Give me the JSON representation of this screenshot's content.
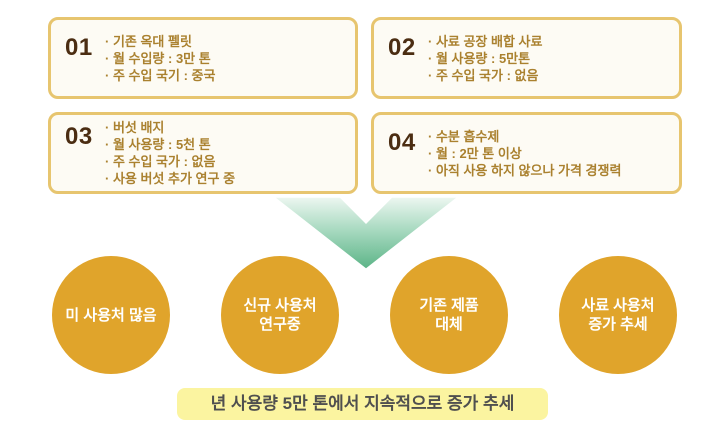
{
  "colors": {
    "page_bg": "#ffffff",
    "box_border": "#e7c56f",
    "box_bg": "#fdfbf4",
    "box_number_text": "#4b2d12",
    "bullet_text": "#aa812f",
    "arrow_gradient_top": "#edf7f1",
    "arrow_gradient_bottom": "#5bb487",
    "circle_bg": "#e0a42b",
    "circle_text": "#ffffff",
    "banner_bg": "#fbf4a0",
    "banner_text": "#4f4f4f"
  },
  "boxes": [
    {
      "number": "01",
      "bullets": [
        "· 기존 옥대 펠릿",
        "· 월 수입량 : 3만 톤",
        "· 주 수입 국기 : 중국"
      ]
    },
    {
      "number": "02",
      "bullets": [
        "· 사료 공장 배합 사료",
        "· 월 사용량 : 5만톤",
        "· 주 수입 국가 : 없음"
      ]
    },
    {
      "number": "03",
      "bullets": [
        "· 버섯 배지",
        "· 월 사용량 : 5천 톤",
        "· 주 수입 국가 : 없음",
        "· 사용 버섯 추가 연구 중"
      ]
    },
    {
      "number": "04",
      "bullets": [
        "· 수분 흡수제",
        "· 월 : 2만 톤 이상",
        "· 아직 사용 하지 않으나 가격 경쟁력"
      ]
    }
  ],
  "arrow": {
    "icon": "down-arrow-icon"
  },
  "circles": [
    {
      "lines": [
        "미 사용처 많음",
        ""
      ]
    },
    {
      "lines": [
        "신규 사용처",
        "연구중"
      ]
    },
    {
      "lines": [
        "기존 제품",
        "대체"
      ]
    },
    {
      "lines": [
        "사료 사용처",
        "증가 추세"
      ]
    }
  ],
  "banner": {
    "text": "년 사용량 5만 톤에서 지속적으로 증가 추세"
  }
}
